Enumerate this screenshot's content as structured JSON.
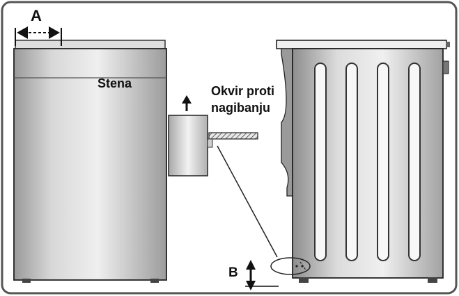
{
  "labels": {
    "dimension_a": "A",
    "dimension_b": "B",
    "wall": "Stena",
    "anti_tilt_line1": "Okvir proti",
    "anti_tilt_line2": "nagibanju"
  },
  "colors": {
    "frame": "#555555",
    "cabinet_light": "#ececec",
    "cabinet_dark": "#8c8c8c",
    "outline": "#222222",
    "arrow": "#111111"
  },
  "icons": {
    "arrow_up": "up-arrow-icon",
    "double_arrow_horizontal": "double-arrow-horizontal-icon",
    "double_arrow_vertical": "double-arrow-vertical-icon"
  }
}
